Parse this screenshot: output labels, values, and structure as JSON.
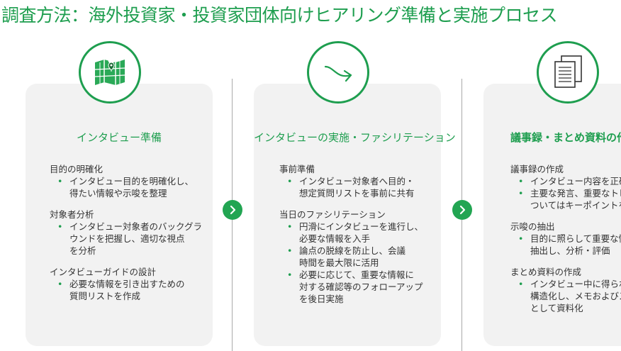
{
  "title": "調査方法：海外投資家・投資家団体向けヒアリング準備と実施プロセス",
  "colors": {
    "accent": "#1e9e4f",
    "card_bg": "#f2f2f2",
    "arrow_bg": "#22a552"
  },
  "cards": [
    {
      "icon": "map-icon",
      "title": "インタビュー準備",
      "sections": [
        {
          "heading": "目的の明確化",
          "items": [
            [
              "インタビュー目的を明確化し、",
              "得たい情報や示唆を整理"
            ]
          ]
        },
        {
          "heading": "対象者分析",
          "items": [
            [
              "インタビュー対象者のバックグラ",
              "ウンドを把握し、適切な視点",
              "を分析"
            ]
          ]
        },
        {
          "heading": "インタビューガイドの設計",
          "items": [
            [
              "必要な情報を引き出すための",
              "質問リストを作成"
            ]
          ]
        }
      ]
    },
    {
      "icon": "curved-arrow-icon",
      "title": "インタビューの実施・ファシリテーション",
      "sections": [
        {
          "heading": "事前準備",
          "items": [
            [
              "インタビュー対象者へ目的・",
              "想定質問リストを事前に共有"
            ]
          ]
        },
        {
          "heading": "当日のファシリテーション",
          "items": [
            [
              "円滑にインタビューを進行し、",
              "必要な情報を入手"
            ],
            [
              "論点の脱線を防止し、会議",
              "時間を最大限に活用"
            ],
            [
              "必要に応じて、重要な情報に",
              "対する確認等のフォローアップ",
              "を後日実施"
            ]
          ]
        }
      ]
    },
    {
      "icon": "documents-icon",
      "title": "議事録・まとめ資料の作",
      "sections": [
        {
          "heading": "議事録の作成",
          "items": [
            [
              "インタビュー内容を正確に"
            ],
            [
              "主要な発言、重要なトピ",
              "ついてはキーポイントを整"
            ]
          ]
        },
        {
          "heading": "示唆の抽出",
          "items": [
            [
              "目的に照らして重要な情",
              "抽出し、分析・評価"
            ]
          ]
        },
        {
          "heading": "まとめ資料の作成",
          "items": [
            [
              "インタビュー中に得られた",
              "構造化し、メモおよびス",
              "として資料化"
            ]
          ]
        }
      ]
    }
  ]
}
